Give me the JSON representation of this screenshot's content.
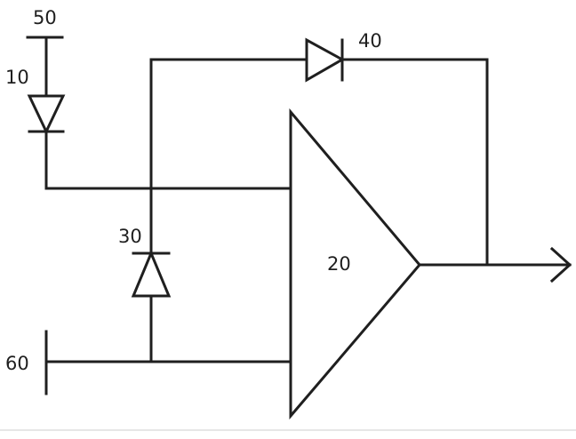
{
  "labels": {
    "terminal_top": "50",
    "diode_input": "10",
    "diode_feedback": "40",
    "diode_shunt": "30",
    "amplifier": "20",
    "terminal_bottom": "60"
  }
}
